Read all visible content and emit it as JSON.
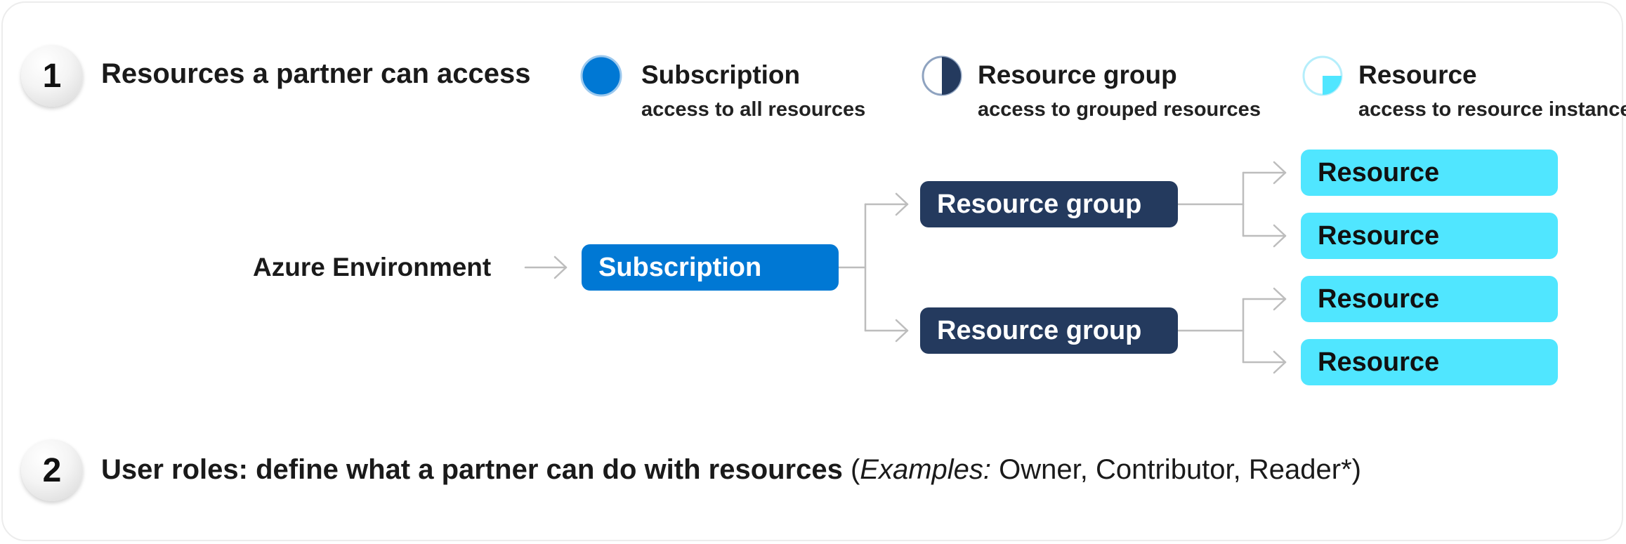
{
  "section1": {
    "number": "1",
    "title": "Resources a partner can access"
  },
  "legend": [
    {
      "icon": "full-circle-icon",
      "title": "Subscription",
      "subtitle": "access to all resources"
    },
    {
      "icon": "half-circle-icon",
      "title": "Resource group",
      "subtitle": "access to grouped resources"
    },
    {
      "icon": "quarter-circle-icon",
      "title": "Resource",
      "subtitle": "access to resource instance"
    }
  ],
  "diagram": {
    "root_label": "Azure Environment",
    "subscription": "Subscription",
    "resource_groups": [
      {
        "label": "Resource group",
        "resources": [
          "Resource",
          "Resource"
        ]
      },
      {
        "label": "Resource group",
        "resources": [
          "Resource",
          "Resource"
        ]
      }
    ]
  },
  "section2": {
    "number": "2",
    "title_bold": "User roles: define what a partner can do with resources",
    "paren_open": " (",
    "examples_label": "Examples:",
    "examples_list": " Owner, Contributor, Reader*)"
  },
  "colors": {
    "subscription": "#0078d4",
    "resource_group": "#243a5e",
    "resource": "#50e6ff",
    "connector": "#bdbdbd"
  }
}
